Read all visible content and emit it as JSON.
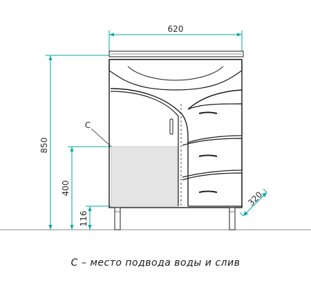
{
  "dimensions": {
    "width": "620",
    "total_height": "850",
    "connection_zone_height": "400",
    "leg_height": "116",
    "depth": "320"
  },
  "marker_label": "C",
  "caption": "C – место подвода воды и слив",
  "colors": {
    "line": "#1a1a1a",
    "dimension_line": "#00a7a7",
    "connection_zone_fill": "#e4e4e4"
  }
}
